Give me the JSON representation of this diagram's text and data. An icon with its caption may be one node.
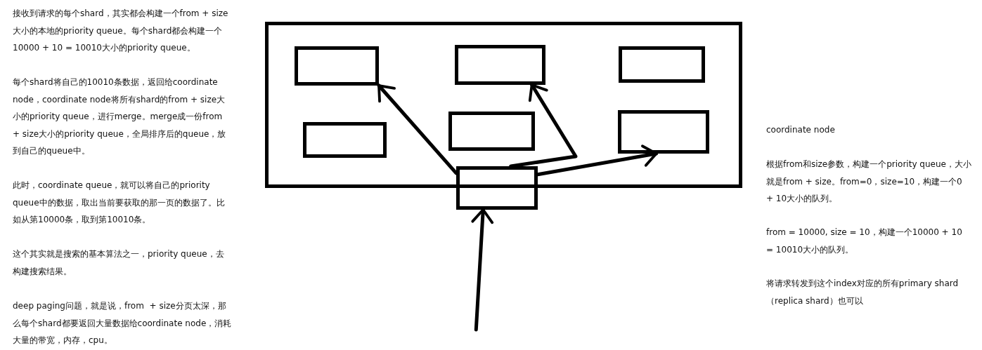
{
  "diagram": {
    "nodes": [
      {
        "text": [],
        "shape": "box"
      },
      {
        "text": [],
        "shape": "box",
        "in": 0
      },
      {
        "text": [],
        "shape": "box",
        "in": 0
      },
      {
        "text": [],
        "shape": "box",
        "in": 0
      },
      {
        "text": [],
        "shape": "box",
        "in": 0
      },
      {
        "text": [],
        "shape": "box",
        "in": 0
      },
      {
        "text": [],
        "shape": "box",
        "in": 0
      },
      {
        "text": [],
        "shape": "box"
      }
    ],
    "edges": [
      {
        "from": null,
        "to": 7,
        "arrow": "to"
      },
      {
        "from": 7,
        "to": 1,
        "arrow": "to"
      },
      {
        "from": 7,
        "to": 2,
        "arrow": "to"
      },
      {
        "from": 7,
        "to": 6,
        "arrow": "to"
      }
    ],
    "labels": [
      "接收到请求的每个shard，其实都会构建一个from + size大小的本地的priority queue。每个shard都会构建一个10000 + 10 = 10010大小的priority queue。",
      "每个shard将自己的10010条数据，返回给coordinate node，coordinate node将所有shard的from + size大小的priority queue，进行merge。merge成一份from + size大小的priority queue，全局排序后的queue，放到自己的queue中。",
      "此时，coordinate queue，就可以将自己的priority queue中的数据，取出当前要获取的那一页的数据了。比如从第10000条，取到第10010条。",
      "这个其实就是搜索的基本算法之一，priority queue，去构建搜索结果。",
      "deep paging问题，就是说，from  + size分页太深，那么每个shard都要返回大量数据给coordinate node，消耗大量的带宽，内存，cpu。",
      "coordinate node",
      "根据from和size参数，构建一个priority queue，大小就是from + size。from=0，size=10，构建一个0 + 10大小的队列。",
      "from = 10000, size = 10，构建一个10000 + 10 = 10010大小的队列。",
      "将请求转发到这个index对应的所有primary shard（replica shard）也可以"
    ]
  }
}
